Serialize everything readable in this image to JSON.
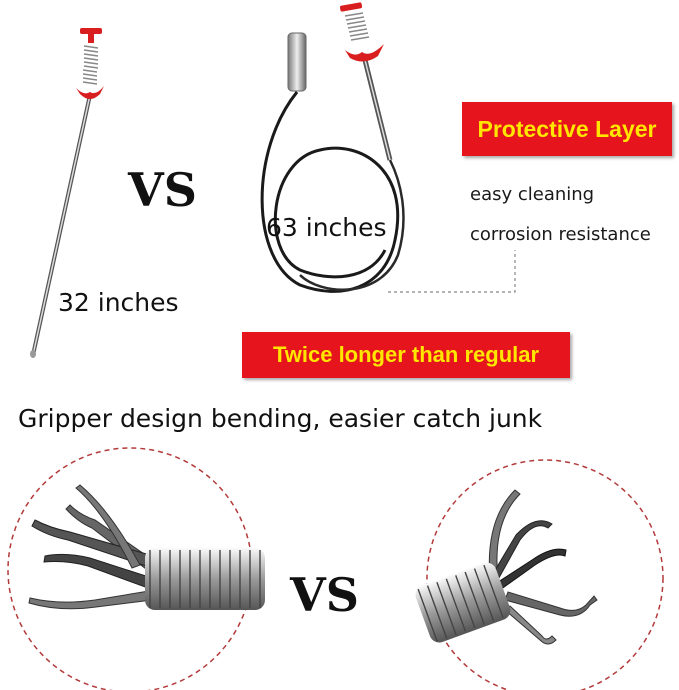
{
  "top": {
    "vs_label": "VS",
    "short_length": "32 inches",
    "long_length": "63 inches",
    "protective_label": "Protective Layer",
    "feature_1": "easy cleaning",
    "feature_2": "corrosion resistance",
    "twice_label": "Twice longer than regular"
  },
  "bottom": {
    "heading": "Gripper design bending, easier catch junk",
    "vs_label": "VS"
  },
  "colors": {
    "label_bg": "#e6141c",
    "label_text": "#ffe600",
    "dashed_circle": "#b33a3a"
  }
}
